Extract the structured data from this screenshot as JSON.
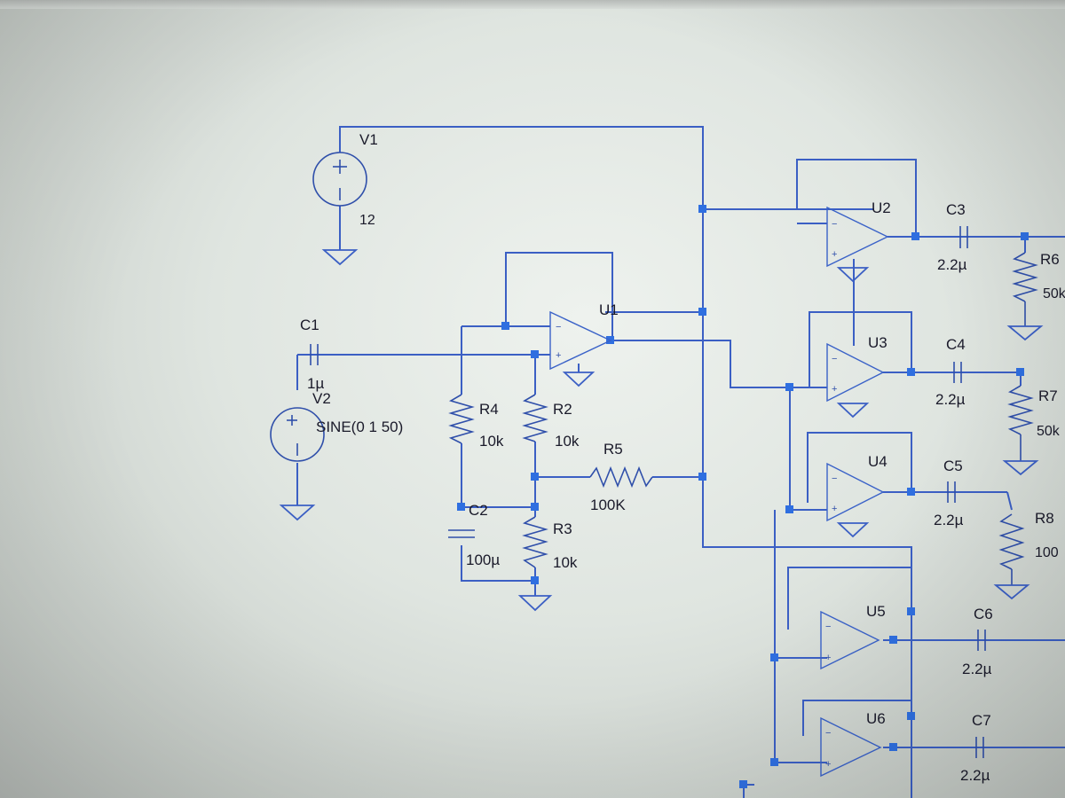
{
  "colors": {
    "wire": "#3b5fc4",
    "node": "#2f6fe0",
    "text": "#1a1a2a",
    "screen": "#e4e9e5"
  },
  "sources": {
    "v1": {
      "name": "V1",
      "value": "12"
    },
    "v2": {
      "name": "V2",
      "value": "SINE(0 1 50)"
    }
  },
  "capacitors": {
    "c1": {
      "name": "C1",
      "value": "1µ"
    },
    "c2": {
      "name": "C2",
      "value": "100µ"
    },
    "c3": {
      "name": "C3",
      "value": "2.2µ"
    },
    "c4": {
      "name": "C4",
      "value": "2.2µ"
    },
    "c5": {
      "name": "C5",
      "value": "2.2µ"
    },
    "c6": {
      "name": "C6",
      "value": "2.2µ"
    },
    "c7": {
      "name": "C7",
      "value": "2.2µ"
    }
  },
  "resistors": {
    "r2": {
      "name": "R2",
      "value": "10k"
    },
    "r3": {
      "name": "R3",
      "value": "10k"
    },
    "r4": {
      "name": "R4",
      "value": "10k"
    },
    "r5": {
      "name": "R5",
      "value": "100K"
    },
    "r6": {
      "name": "R6",
      "value": "50k"
    },
    "r7": {
      "name": "R7",
      "value": "50k"
    },
    "r8": {
      "name": "R8",
      "value": "100"
    }
  },
  "opamps": {
    "u1": {
      "name": "U1"
    },
    "u2": {
      "name": "U2"
    },
    "u3": {
      "name": "U3"
    },
    "u4": {
      "name": "U4"
    },
    "u5": {
      "name": "U5"
    },
    "u6": {
      "name": "U6"
    }
  },
  "pins": {
    "plus": "+",
    "minus": "−"
  }
}
